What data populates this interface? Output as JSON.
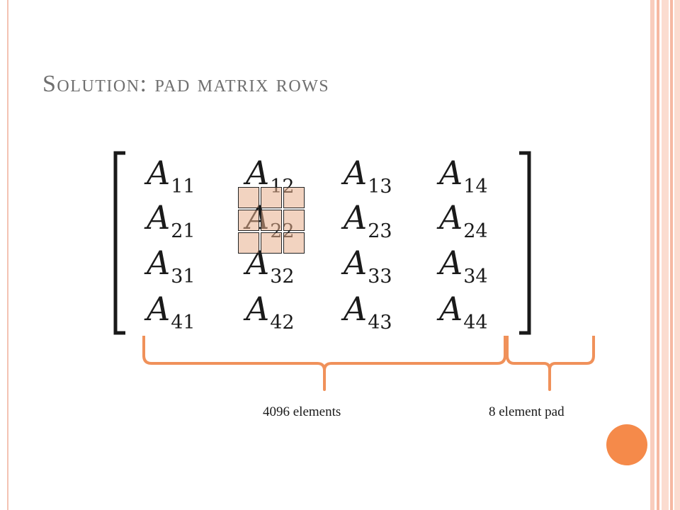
{
  "slide": {
    "title": "Solution: pad matrix rows",
    "matrix": {
      "base": "A",
      "rows": [
        [
          "11",
          "12",
          "13",
          "14"
        ],
        [
          "21",
          "22",
          "23",
          "24"
        ],
        [
          "31",
          "32",
          "33",
          "34"
        ],
        [
          "41",
          "42",
          "43",
          "44"
        ]
      ]
    },
    "labels": {
      "elements": "4096 elements",
      "pad": "8 element pad"
    },
    "colors": {
      "accent": "#f58a4a",
      "brace": "#f0915a",
      "stripe_light": "#fbdcd0",
      "stripe_mid": "#f5b9a3",
      "title_text": "#6f6f6f"
    }
  }
}
